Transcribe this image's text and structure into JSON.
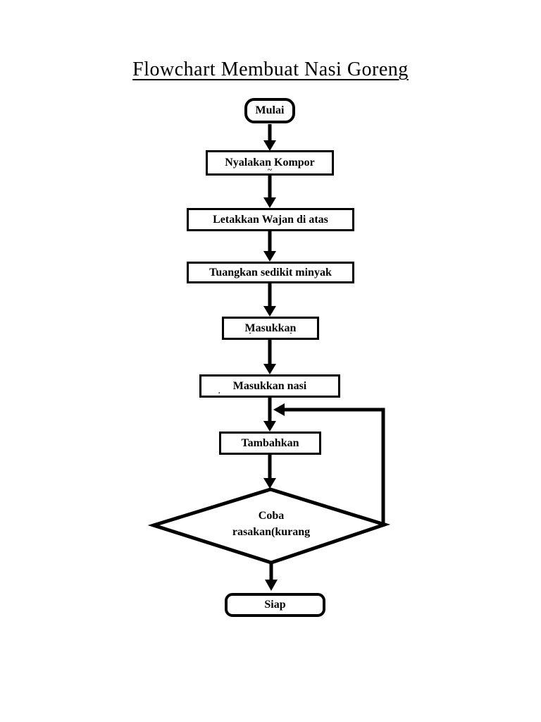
{
  "page": {
    "background_color": "#ffffff",
    "ink_color": "#000000"
  },
  "title": {
    "text": "Flowchart Membuat Nasi Goreng"
  },
  "flowchart": {
    "nodes": [
      {
        "id": "start",
        "type": "terminator",
        "label": "Mulai"
      },
      {
        "id": "nyalakan-kompor",
        "type": "process",
        "label": "Nyalakan Kompor",
        "clipped_overflow_text": "~"
      },
      {
        "id": "letakkan-wajan",
        "type": "process",
        "label": "Letakkan Wajan di atas"
      },
      {
        "id": "tuangkan-minyak",
        "type": "process",
        "label": "Tuangkan sedikit minyak"
      },
      {
        "id": "masukkan",
        "type": "process",
        "label": "Masukkan",
        "clipped_overflow_text": "- -"
      },
      {
        "id": "masukkan-nasi",
        "type": "process",
        "label": "Masukkan nasi",
        "clipped_overflow_text": "."
      },
      {
        "id": "tambahkan",
        "type": "process",
        "label": "Tambahkan"
      },
      {
        "id": "coba-rasakan",
        "type": "decision",
        "label_line1": "Coba",
        "label_line2": "rasakan(kurang"
      },
      {
        "id": "siap",
        "type": "terminator",
        "label": "Siap"
      }
    ],
    "edges": [
      {
        "from": "start",
        "to": "nyalakan-kompor"
      },
      {
        "from": "nyalakan-kompor",
        "to": "letakkan-wajan"
      },
      {
        "from": "letakkan-wajan",
        "to": "tuangkan-minyak"
      },
      {
        "from": "tuangkan-minyak",
        "to": "masukkan"
      },
      {
        "from": "masukkan",
        "to": "masukkan-nasi"
      },
      {
        "from": "masukkan-nasi",
        "to": "tambahkan"
      },
      {
        "from": "tambahkan",
        "to": "coba-rasakan"
      },
      {
        "from": "coba-rasakan",
        "to": "siap"
      },
      {
        "from": "coba-rasakan",
        "to": "tambahkan",
        "type": "loop-back",
        "note": "from right vertex of decision up and left into the arrow between masukkan-nasi and tambahkan"
      }
    ]
  }
}
